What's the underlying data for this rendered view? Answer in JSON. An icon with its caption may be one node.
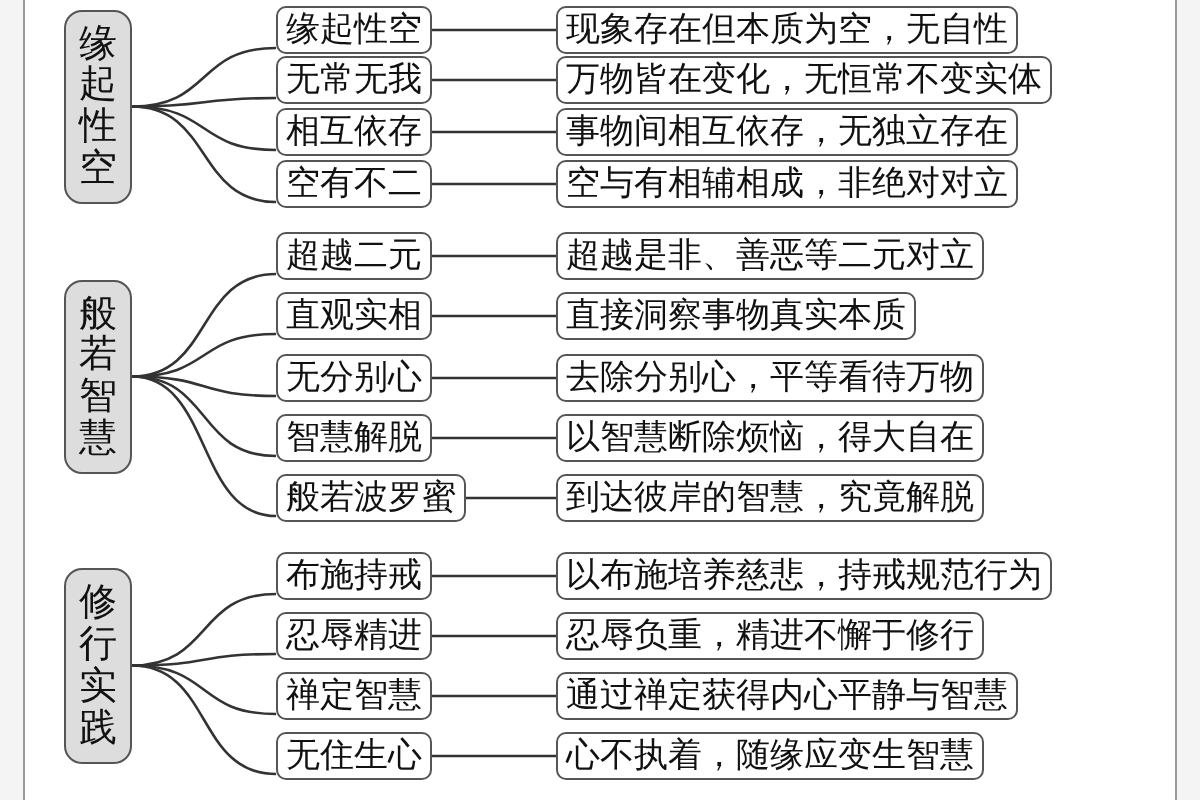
{
  "diagram": {
    "nodes": [
      {
        "text": [
          "缘起性空"
        ]
      },
      {
        "text": [
          "缘起性空"
        ]
      },
      {
        "text": [
          "现象存在但本质为空，无自性"
        ]
      },
      {
        "text": [
          "无常无我"
        ]
      },
      {
        "text": [
          "万物皆在变化，无恒常不变实体"
        ]
      },
      {
        "text": [
          "相互依存"
        ]
      },
      {
        "text": [
          "事物间相互依存，无独立存在"
        ]
      },
      {
        "text": [
          "空有不二"
        ]
      },
      {
        "text": [
          "空与有相辅相成，非绝对对立"
        ]
      },
      {
        "text": [
          "般若智慧"
        ]
      },
      {
        "text": [
          "超越二元"
        ]
      },
      {
        "text": [
          "超越是非、善恶等二元对立"
        ]
      },
      {
        "text": [
          "直观实相"
        ]
      },
      {
        "text": [
          "直接洞察事物真实本质"
        ]
      },
      {
        "text": [
          "无分别心"
        ]
      },
      {
        "text": [
          "去除分别心，平等看待万物"
        ]
      },
      {
        "text": [
          "智慧解脱"
        ]
      },
      {
        "text": [
          "以智慧断除烦恼，得大自在"
        ]
      },
      {
        "text": [
          "般若波罗蜜"
        ]
      },
      {
        "text": [
          "到达彼岸的智慧，究竟解脱"
        ]
      },
      {
        "text": [
          "修行实践"
        ]
      },
      {
        "text": [
          "布施持戒"
        ]
      },
      {
        "text": [
          "以布施培养慈悲，持戒规范行为"
        ]
      },
      {
        "text": [
          "忍辱精进"
        ]
      },
      {
        "text": [
          "忍辱负重，精进不懈于修行"
        ]
      },
      {
        "text": [
          "禅定智慧"
        ]
      },
      {
        "text": [
          "通过禅定获得内心平静与智慧"
        ]
      },
      {
        "text": [
          "无住生心"
        ]
      },
      {
        "text": [
          "心不执着，随缘应变生智慧"
        ]
      }
    ],
    "edges": [
      {
        "from": 0,
        "to": 1,
        "arrow": "none"
      },
      {
        "from": 1,
        "to": 2,
        "arrow": "none"
      },
      {
        "from": 0,
        "to": 3,
        "arrow": "none"
      },
      {
        "from": 3,
        "to": 4,
        "arrow": "none"
      },
      {
        "from": 0,
        "to": 5,
        "arrow": "none"
      },
      {
        "from": 5,
        "to": 6,
        "arrow": "none"
      },
      {
        "from": 0,
        "to": 7,
        "arrow": "none"
      },
      {
        "from": 7,
        "to": 8,
        "arrow": "none"
      },
      {
        "from": 9,
        "to": 10,
        "arrow": "none"
      },
      {
        "from": 10,
        "to": 11,
        "arrow": "none"
      },
      {
        "from": 9,
        "to": 12,
        "arrow": "none"
      },
      {
        "from": 12,
        "to": 13,
        "arrow": "none"
      },
      {
        "from": 9,
        "to": 14,
        "arrow": "none"
      },
      {
        "from": 14,
        "to": 15,
        "arrow": "none"
      },
      {
        "from": 9,
        "to": 16,
        "arrow": "none"
      },
      {
        "from": 16,
        "to": 17,
        "arrow": "none"
      },
      {
        "from": 9,
        "to": 18,
        "arrow": "none"
      },
      {
        "from": 18,
        "to": 19,
        "arrow": "none"
      },
      {
        "from": 20,
        "to": 21,
        "arrow": "none"
      },
      {
        "from": 21,
        "to": 22,
        "arrow": "none"
      },
      {
        "from": 20,
        "to": 23,
        "arrow": "none"
      },
      {
        "from": 23,
        "to": 24,
        "arrow": "none"
      },
      {
        "from": 20,
        "to": 25,
        "arrow": "none"
      },
      {
        "from": 25,
        "to": 26,
        "arrow": "none"
      },
      {
        "from": 20,
        "to": 27,
        "arrow": "none"
      },
      {
        "from": 27,
        "to": 28,
        "arrow": "none"
      }
    ]
  }
}
